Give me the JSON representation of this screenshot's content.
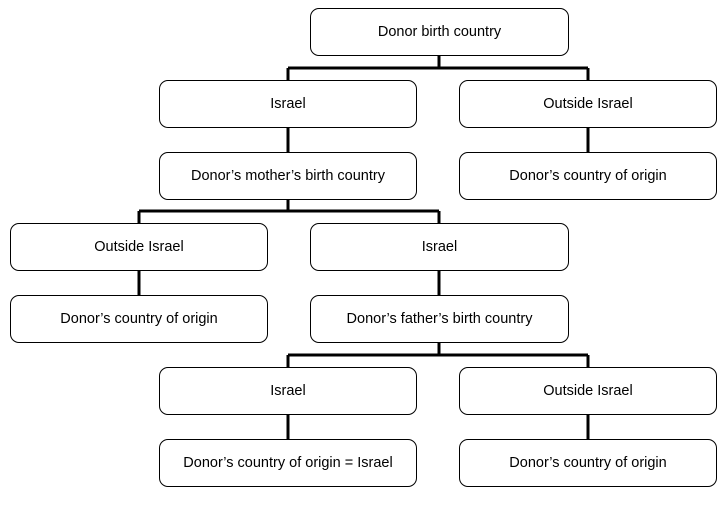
{
  "diagram": {
    "root": "Donor birth country",
    "level1": {
      "israel": "Israel",
      "outside": "Outside Israel",
      "outside_result": "Donor’s country of origin"
    },
    "mother": {
      "question": "Donor’s mother’s birth country",
      "outside": "Outside Israel",
      "outside_result": "Donor’s country of origin",
      "israel": "Israel"
    },
    "father": {
      "question": "Donor’s father’s birth country",
      "israel": "Israel",
      "israel_result": "Donor’s country of origin = Israel",
      "outside": "Outside Israel",
      "outside_result": "Donor’s country of origin"
    }
  }
}
